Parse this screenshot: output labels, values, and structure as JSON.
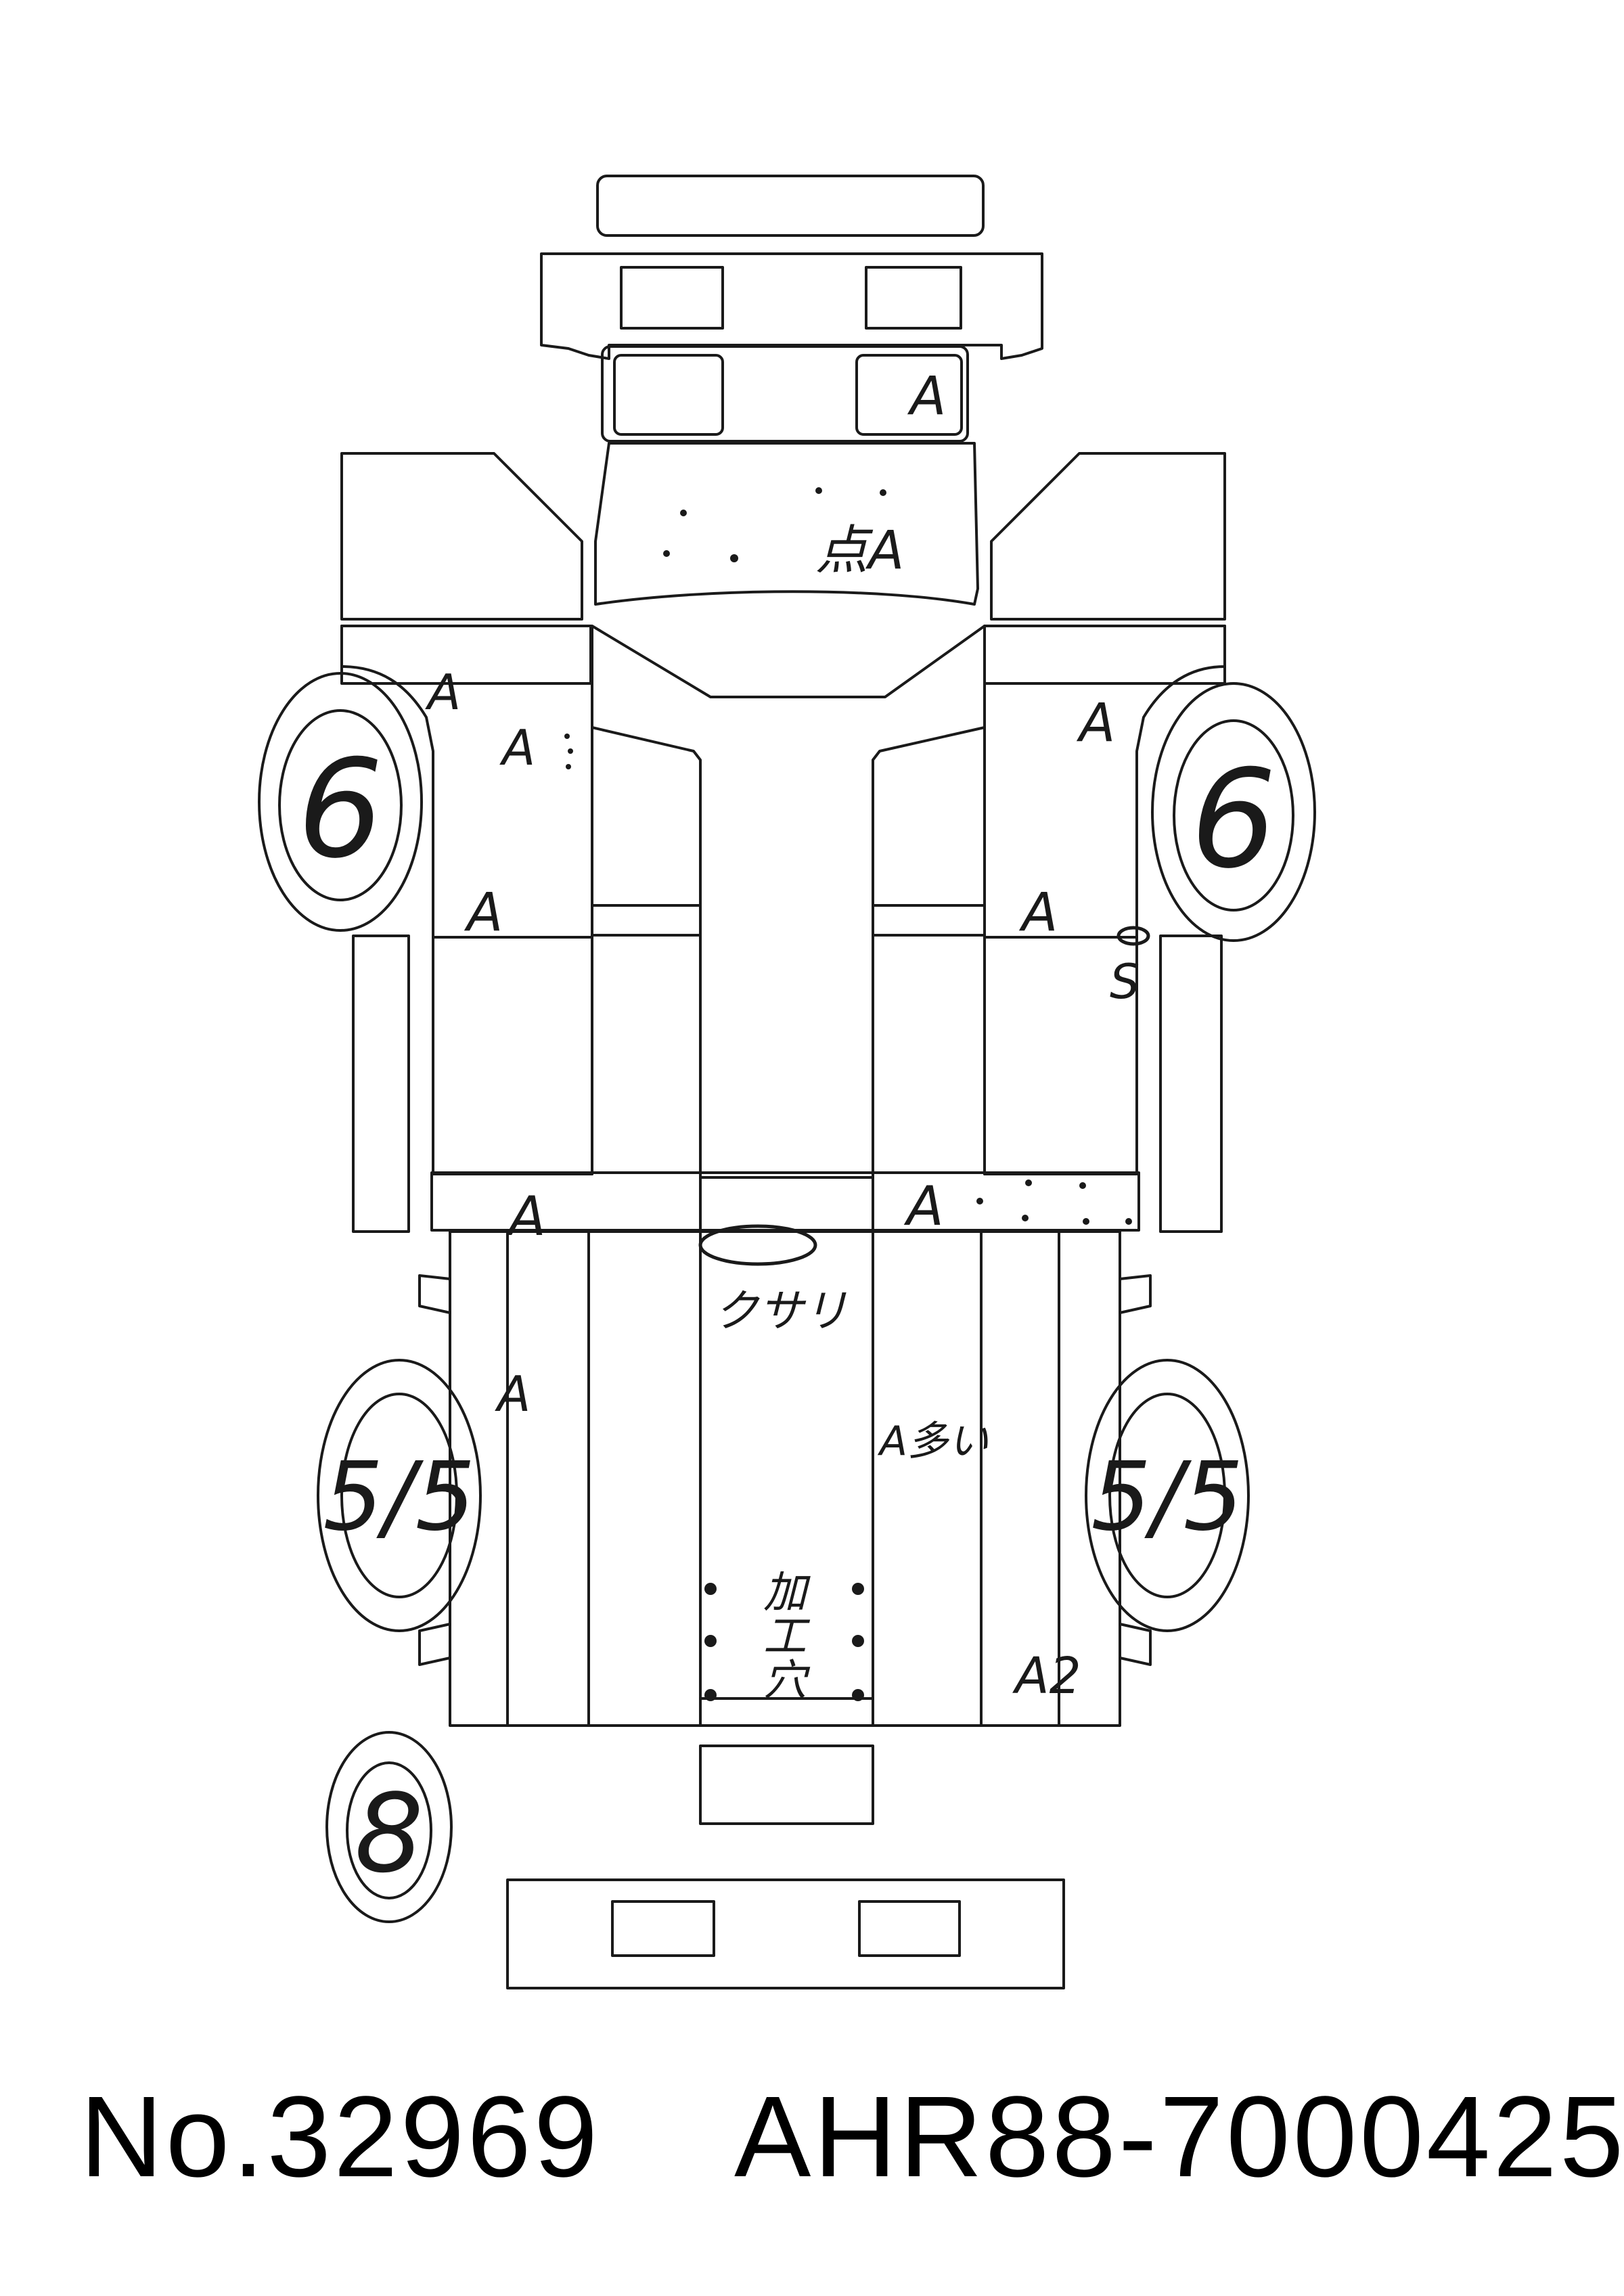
{
  "diagram": {
    "front_wheel_left": "6",
    "front_wheel_right": "6",
    "rear_wheel_left": "5/5",
    "rear_wheel_right": "5/5",
    "spare_tire": "8",
    "marks": {
      "front_glass": "A",
      "hood": "点A",
      "left_front_fender_1": "A",
      "left_front_fender_2": "A",
      "left_front_door_bottom": "A",
      "right_front_fender": "A",
      "right_front_door_bottom": "A",
      "right_s_mark": "S",
      "left_step": "A",
      "right_step": "A",
      "center_bed": "クサリ",
      "left_bed_side": "A",
      "center_right_bed": "A多い",
      "rear_holes_1": "加",
      "rear_holes_2": "工",
      "rear_holes_3": "穴",
      "right_rear_bed": "A2"
    }
  },
  "footer": {
    "number": "No.32969",
    "chassis": "AHR88-7000425"
  }
}
